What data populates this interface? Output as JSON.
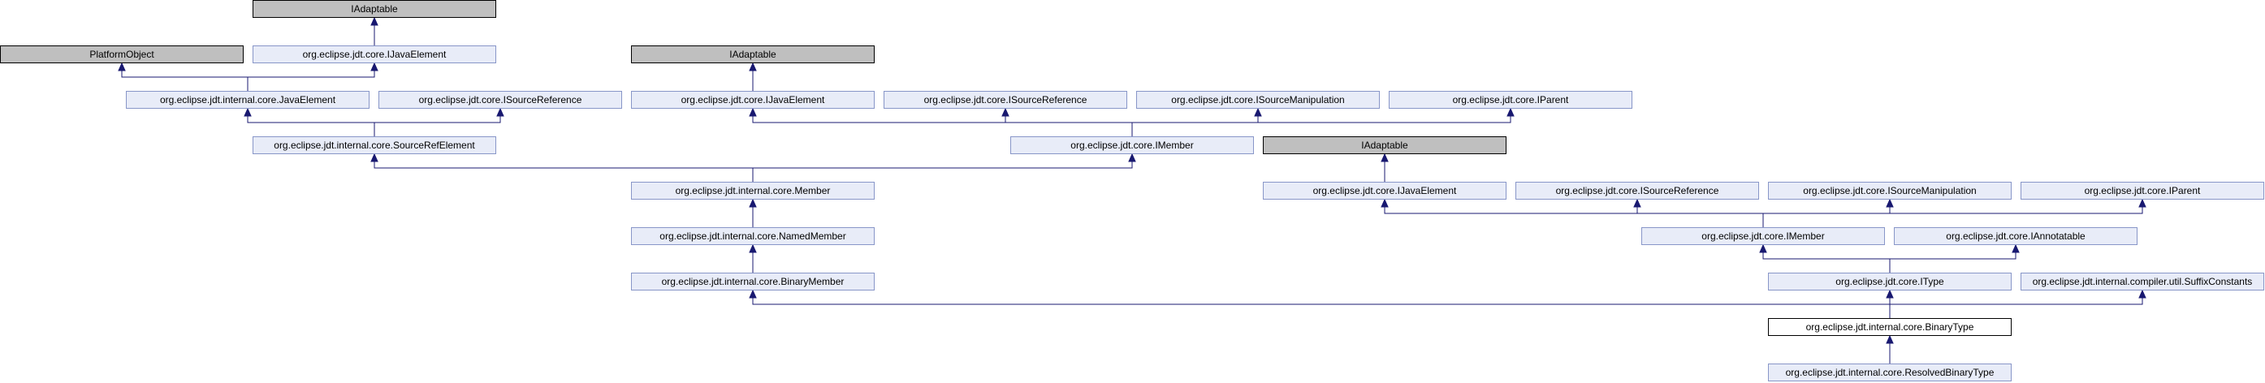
{
  "diagram": {
    "colors": {
      "edge": "#191970",
      "node_fill": "#e8ecf8",
      "node_stroke": "#8896c8",
      "grey_fill": "#bfbfbf",
      "grey_stroke": "#000000",
      "focus_fill": "#ffffff",
      "focus_stroke": "#000000"
    },
    "nodes": [
      {
        "id": "iadaptable1",
        "label": "IAdaptable",
        "style": "grey"
      },
      {
        "id": "platformobject",
        "label": "PlatformObject",
        "style": "grey"
      },
      {
        "id": "ijavaelement1",
        "label": "org.eclipse.jdt.core.IJavaElement",
        "style": "normal"
      },
      {
        "id": "iadaptable2",
        "label": "IAdaptable",
        "style": "grey"
      },
      {
        "id": "javaelement",
        "label": "org.eclipse.jdt.internal.core.JavaElement",
        "style": "normal"
      },
      {
        "id": "isourcereference1",
        "label": "org.eclipse.jdt.core.ISourceReference",
        "style": "normal"
      },
      {
        "id": "ijavaelement2",
        "label": "org.eclipse.jdt.core.IJavaElement",
        "style": "normal"
      },
      {
        "id": "isourcereference2",
        "label": "org.eclipse.jdt.core.ISourceReference",
        "style": "normal"
      },
      {
        "id": "isourcemanipulation1",
        "label": "org.eclipse.jdt.core.ISourceManipulation",
        "style": "normal"
      },
      {
        "id": "iparent1",
        "label": "org.eclipse.jdt.core.IParent",
        "style": "normal"
      },
      {
        "id": "sourcerefelement",
        "label": "org.eclipse.jdt.internal.core.SourceRefElement",
        "style": "normal"
      },
      {
        "id": "imember1",
        "label": "org.eclipse.jdt.core.IMember",
        "style": "normal"
      },
      {
        "id": "iadaptable3",
        "label": "IAdaptable",
        "style": "grey"
      },
      {
        "id": "member",
        "label": "org.eclipse.jdt.internal.core.Member",
        "style": "normal"
      },
      {
        "id": "ijavaelement3",
        "label": "org.eclipse.jdt.core.IJavaElement",
        "style": "normal"
      },
      {
        "id": "isourcereference3",
        "label": "org.eclipse.jdt.core.ISourceReference",
        "style": "normal"
      },
      {
        "id": "isourcemanipulation2",
        "label": "org.eclipse.jdt.core.ISourceManipulation",
        "style": "normal"
      },
      {
        "id": "iparent2",
        "label": "org.eclipse.jdt.core.IParent",
        "style": "normal"
      },
      {
        "id": "namedmember",
        "label": "org.eclipse.jdt.internal.core.NamedMember",
        "style": "normal"
      },
      {
        "id": "imember2",
        "label": "org.eclipse.jdt.core.IMember",
        "style": "normal"
      },
      {
        "id": "iannotatable",
        "label": "org.eclipse.jdt.core.IAnnotatable",
        "style": "normal"
      },
      {
        "id": "binarymember",
        "label": "org.eclipse.jdt.internal.core.BinaryMember",
        "style": "normal"
      },
      {
        "id": "itype",
        "label": "org.eclipse.jdt.core.IType",
        "style": "normal"
      },
      {
        "id": "suffixconstants",
        "label": "org.eclipse.jdt.internal.compiler.util.SuffixConstants",
        "style": "normal"
      },
      {
        "id": "binarytype",
        "label": "org.eclipse.jdt.internal.core.BinaryType",
        "style": "focus"
      },
      {
        "id": "resolvedbinarytype",
        "label": "org.eclipse.jdt.internal.core.ResolvedBinaryType",
        "style": "normal"
      }
    ],
    "edges": [
      {
        "from": "ijavaelement1",
        "to": "iadaptable1"
      },
      {
        "from": "javaelement",
        "to": "platformobject"
      },
      {
        "from": "javaelement",
        "to": "ijavaelement1"
      },
      {
        "from": "ijavaelement2",
        "to": "iadaptable2"
      },
      {
        "from": "sourcerefelement",
        "to": "javaelement"
      },
      {
        "from": "sourcerefelement",
        "to": "isourcereference1"
      },
      {
        "from": "imember1",
        "to": "ijavaelement2"
      },
      {
        "from": "imember1",
        "to": "isourcereference2"
      },
      {
        "from": "imember1",
        "to": "isourcemanipulation1"
      },
      {
        "from": "imember1",
        "to": "iparent1"
      },
      {
        "from": "member",
        "to": "sourcerefelement"
      },
      {
        "from": "member",
        "to": "imember1"
      },
      {
        "from": "ijavaelement3",
        "to": "iadaptable3"
      },
      {
        "from": "namedmember",
        "to": "member"
      },
      {
        "from": "imember2",
        "to": "ijavaelement3"
      },
      {
        "from": "imember2",
        "to": "isourcereference3"
      },
      {
        "from": "imember2",
        "to": "isourcemanipulation2"
      },
      {
        "from": "imember2",
        "to": "iparent2"
      },
      {
        "from": "binarymember",
        "to": "namedmember"
      },
      {
        "from": "itype",
        "to": "imember2"
      },
      {
        "from": "itype",
        "to": "iannotatable"
      },
      {
        "from": "binarytype",
        "to": "binarymember"
      },
      {
        "from": "binarytype",
        "to": "itype"
      },
      {
        "from": "binarytype",
        "to": "suffixconstants"
      },
      {
        "from": "resolvedbinarytype",
        "to": "binarytype"
      }
    ]
  }
}
